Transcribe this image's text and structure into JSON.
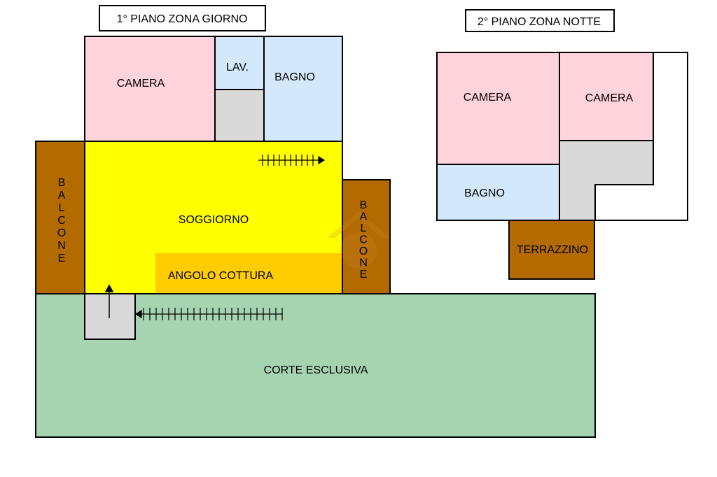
{
  "floors": {
    "first": {
      "title": "1° PIANO ZONA GIORNO",
      "rooms": {
        "camera": "CAMERA",
        "lav": "LAV.",
        "bagno": "BAGNO",
        "soggiorno": "SOGGIORNO",
        "angolo_cottura": "ANGOLO COTTURA",
        "balcone_left": "BALCONE",
        "balcone_right": "BALCONE",
        "corte": "CORTE ESCLUSIVA"
      }
    },
    "second": {
      "title": "2° PIANO ZONA NOTTE",
      "rooms": {
        "camera_1": "CAMERA",
        "camera_2": "CAMERA",
        "bagno": "BAGNO",
        "terrazzino": "TERRAZZINO"
      }
    }
  },
  "colors": {
    "camera": "#ffd3dc",
    "bagno": "#d3e9fb",
    "soggiorno": "#ffff00",
    "cucina": "#ffcc00",
    "balcone": "#b36b00",
    "corte": "#a6d4b1",
    "disimpegno": "#d9d9d9",
    "wall": "#000000"
  }
}
